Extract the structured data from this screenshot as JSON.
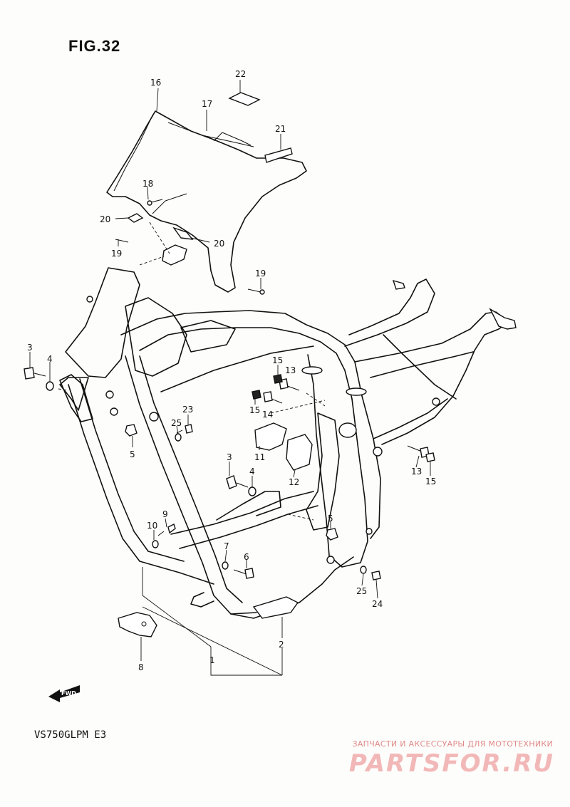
{
  "figure": {
    "title": "FIG.32"
  },
  "model_code": "VS750GLPM E3",
  "watermark": {
    "tagline": "ЗАПЧАСТИ И АКСЕССУАРЫ ДЛЯ МОТОТЕХНИКИ",
    "logo": "PARTSFOR.RU"
  },
  "fwd_label": "FWD",
  "callouts": {
    "c1": "1",
    "c2": "2",
    "c3a": "3",
    "c3b": "3",
    "c4a": "4",
    "c4b": "4",
    "c5a": "5",
    "c5b": "5",
    "c6": "6",
    "c7": "7",
    "c8": "8",
    "c9": "9",
    "c10": "10",
    "c11": "11",
    "c12": "12",
    "c13a": "13",
    "c13b": "13",
    "c14": "14",
    "c15a": "15",
    "c15b": "15",
    "c15c": "15",
    "c16": "16",
    "c17": "17",
    "c18": "18",
    "c19a": "19",
    "c19b": "19",
    "c20a": "20",
    "c20b": "20",
    "c21": "21",
    "c22": "22",
    "c23": "23",
    "c24": "24",
    "c25a": "25",
    "c25b": "25"
  },
  "colors": {
    "line": "#111111",
    "paper": "#fdfdfb",
    "watermark": "#e08a8a"
  }
}
